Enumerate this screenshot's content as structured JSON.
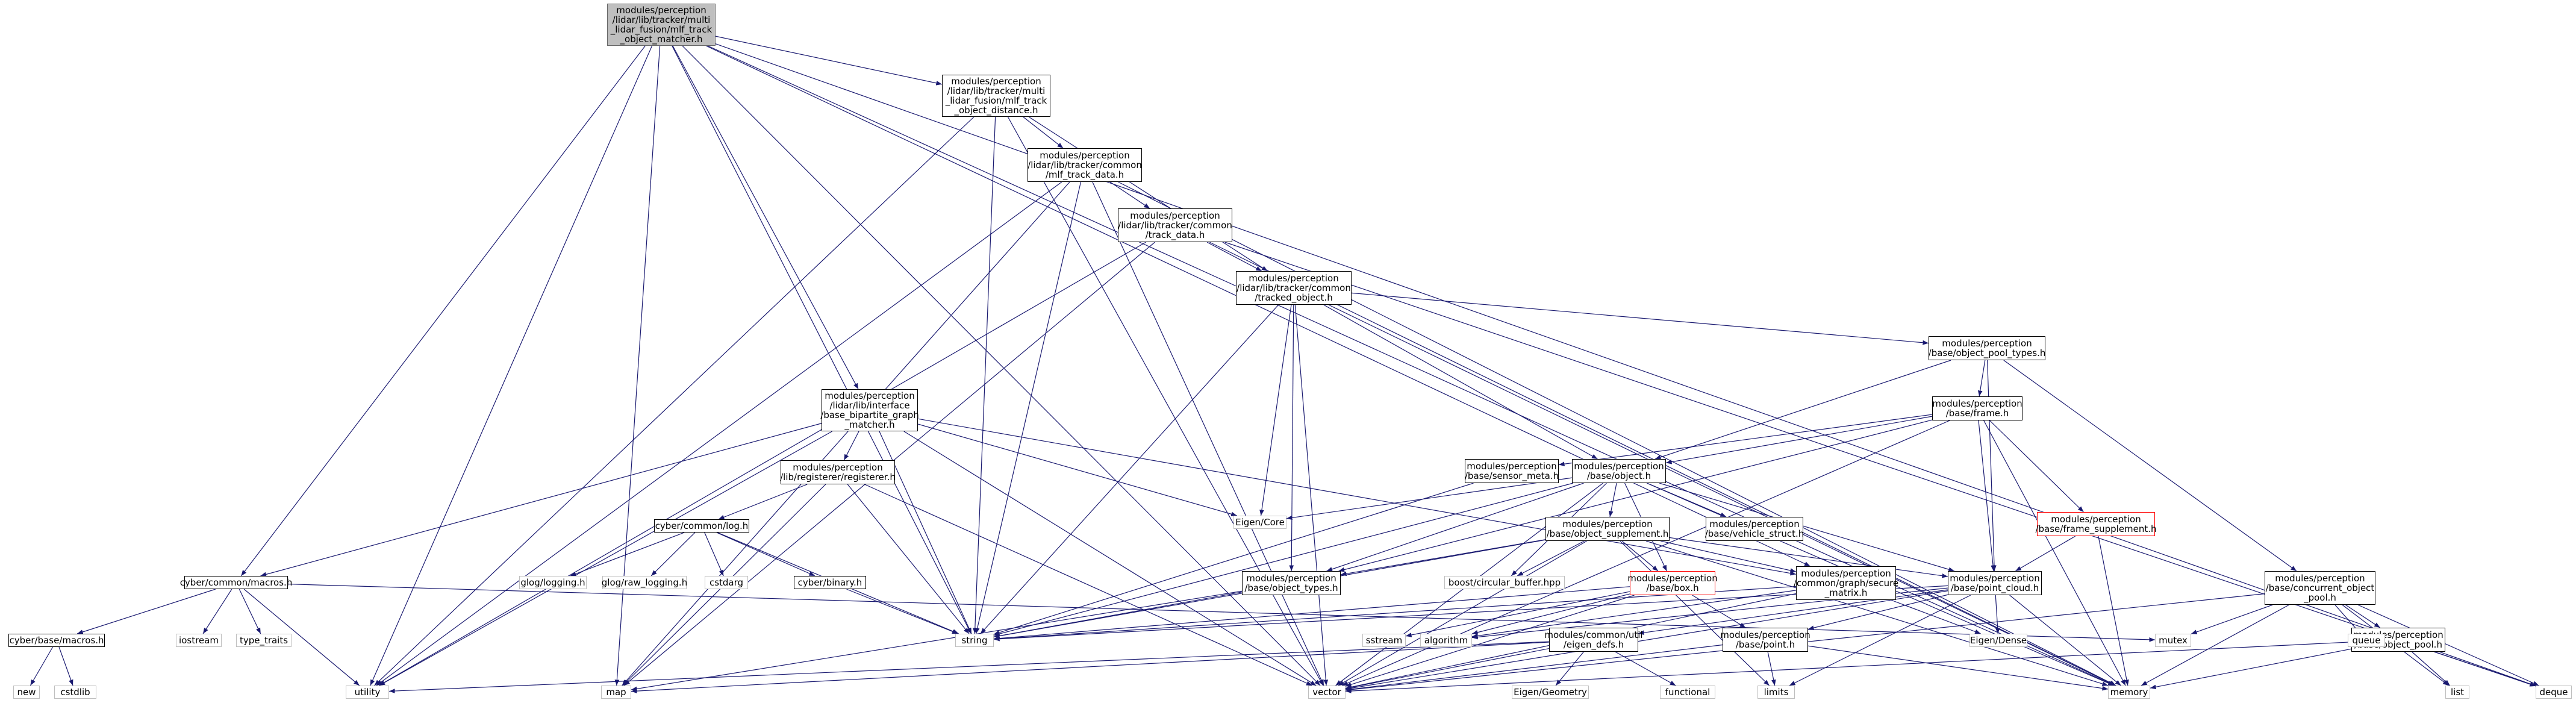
{
  "graph": {
    "edge_color": "#191970",
    "nodes": {
      "root": "modules/perception\n/lidar/lib/tracker/multi\n_lidar_fusion/mlf_track\n_object_matcher.h",
      "distance": "modules/perception\n/lidar/lib/tracker/multi\n_lidar_fusion/mlf_track\n_object_distance.h",
      "mlftrackdata": "modules/perception\n/lidar/lib/tracker/common\n/mlf_track_data.h",
      "trackdata": "modules/perception\n/lidar/lib/tracker/common\n/track_data.h",
      "tracked": "modules/perception\n/lidar/lib/tracker/common\n/tracked_object.h",
      "bipartite": "modules/perception\n/lidar/lib/interface\n/base_bipartite_graph\n_matcher.h",
      "registerer": "modules/perception\n/lib/registerer/registerer.h",
      "log": "cyber/common/log.h",
      "binary": "cyber/binary.h",
      "cybermacros": "cyber/common/macros.h",
      "basemacros": "cyber/base/macros.h",
      "object": "modules/perception\n/base/object.h",
      "sensormeta": "modules/perception\n/base/sensor_meta.h",
      "objsupp": "modules/perception\n/base/object_supplement.h",
      "vehicle": "modules/perception\n/base/vehicle_struct.h",
      "objtypes": "modules/perception\n/base/object_types.h",
      "box": "modules/perception\n/base/box.h",
      "eigendefs": "modules/common/util\n/eigen_defs.h",
      "point": "modules/perception\n/base/point.h",
      "secure": "modules/perception\n/common/graph/secure\n_matrix.h",
      "pointcloud": "modules/perception\n/base/point_cloud.h",
      "poolTypes": "modules/perception\n/base/object_pool_types.h",
      "frame": "modules/perception\n/base/frame.h",
      "framesupp": "modules/perception\n/base/frame_supplement.h",
      "concurrent": "modules/perception\n/base/concurrent_object\n_pool.h",
      "objpool": "modules/perception\n/base/object_pool.h",
      "glog": "glog/logging.h",
      "rawlog": "glog/raw_logging.h",
      "cstdarg": "cstdarg",
      "iostream": "iostream",
      "typetraits": "type_traits",
      "new": "new",
      "cstdlib": "cstdlib",
      "utility": "utility",
      "map": "map",
      "vector": "vector",
      "string": "string",
      "memory": "memory",
      "deque": "deque",
      "list": "list",
      "queue": "queue",
      "mutex": "mutex",
      "limits": "limits",
      "algorithm": "algorithm",
      "sstream": "sstream",
      "eigencore": "Eigen/Core",
      "eigendense": "Eigen/Dense",
      "eigengeometry": "Eigen/Geometry",
      "functional": "functional",
      "circbuf": "boost/circular_buffer.hpp"
    }
  }
}
